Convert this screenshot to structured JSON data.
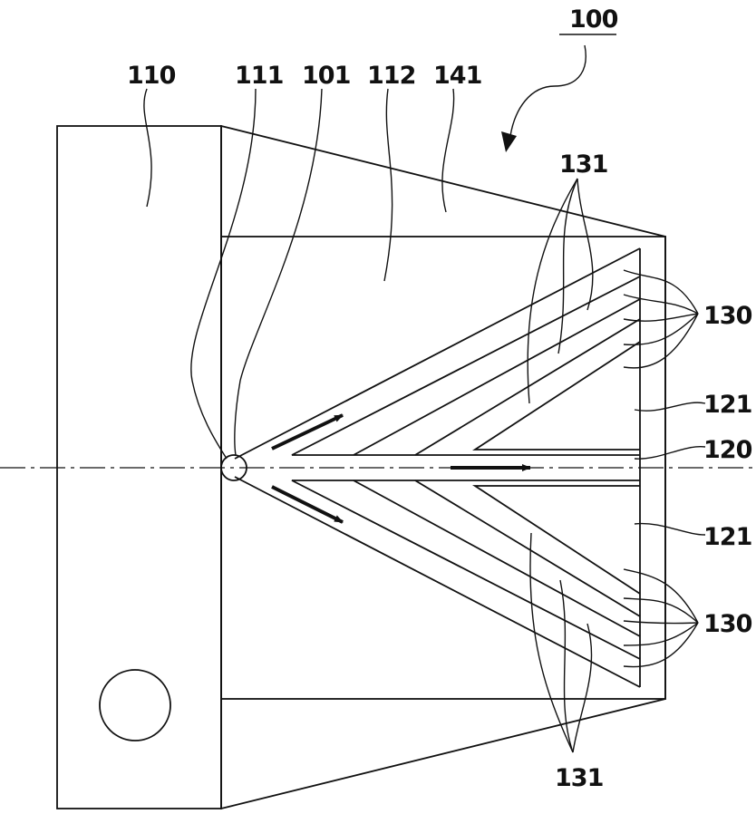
{
  "figure_number": "100",
  "labels": {
    "main_body": "110",
    "inlet_point": "111",
    "flow_origin": "101",
    "chamber": "112",
    "outer_housing": "141",
    "divider": "120",
    "side_channel_upper": "121",
    "side_channel_lower": "121",
    "channel_group_upper": "130",
    "channel_group_lower": "130",
    "wall_group_upper": "131",
    "wall_group_lower": "131"
  },
  "colors": {
    "ink": "#111111",
    "paper": "#ffffff"
  },
  "icons": [
    "flow-arrow-icon",
    "leader-arrow-icon"
  ]
}
